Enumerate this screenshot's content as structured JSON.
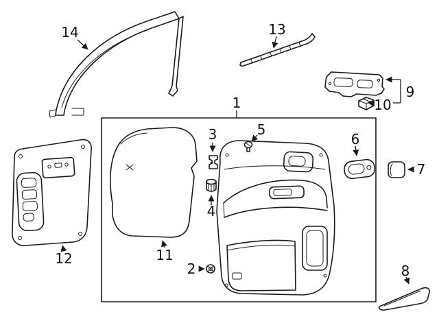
{
  "figure": {
    "type": "exploded-parts-diagram",
    "background_color": "#ffffff",
    "line_color": "#1a1a1a"
  },
  "callouts": [
    {
      "label": "14",
      "part": "window-frame-garnish-molding"
    },
    {
      "label": "13",
      "part": "upper-trim-retainer-strip"
    },
    {
      "label": "9",
      "part": "switch-mount-plate"
    },
    {
      "label": "10",
      "part": "window-switch"
    },
    {
      "label": "1",
      "part": "door-trim-panel-assembly"
    },
    {
      "label": "3",
      "part": "retainer-clip"
    },
    {
      "label": "5",
      "part": "fastener-screw"
    },
    {
      "label": "4",
      "part": "ribbed-nut"
    },
    {
      "label": "6",
      "part": "door-handle-bezel"
    },
    {
      "label": "7",
      "part": "access-cap"
    },
    {
      "label": "11",
      "part": "water-deflector"
    },
    {
      "label": "12",
      "part": "rear-quarter-trim-panel"
    },
    {
      "label": "2",
      "part": "trim-screw"
    },
    {
      "label": "8",
      "part": "lower-garnish-molding"
    }
  ]
}
